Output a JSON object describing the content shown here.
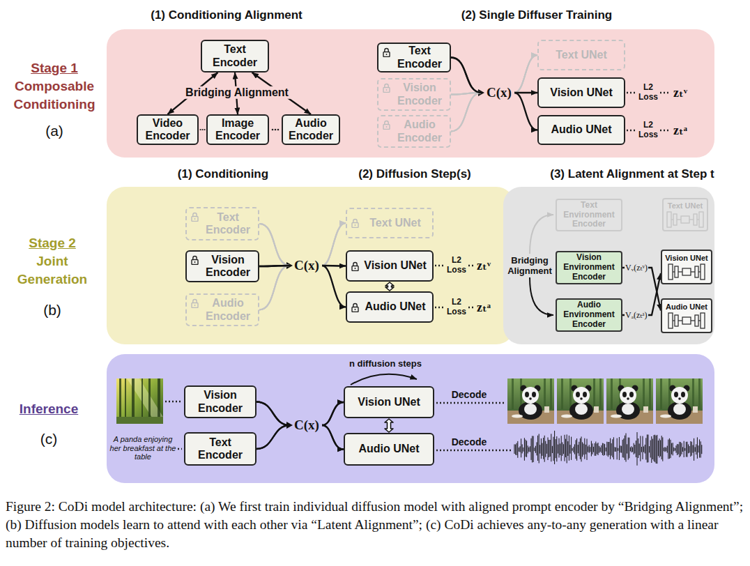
{
  "diagram": {
    "caption": "Figure 2: CoDi model architecture: (a) We first train individual diffusion model with aligned prompt encoder by “Bridging Alignment”; (b) Diffusion models learn to attend with each other via “Latent Alignment”; (c) CoDi achieves any-to-any generation with a linear number of training objectives.",
    "nodes": [
      {
        "text": [
          "Stage 1",
          "Composable Conditioning",
          "(a)"
        ]
      },
      {
        "text": [
          "Text Encoder"
        ],
        "in": 0
      },
      {
        "text": [
          "Video Encoder"
        ],
        "in": 0
      },
      {
        "text": [
          "Image Encoder"
        ],
        "in": 0
      },
      {
        "text": [
          "Audio Encoder"
        ],
        "in": 0
      },
      {
        "text": [
          "Text Encoder"
        ],
        "in": 0
      },
      {
        "text": [
          "Vision Encoder"
        ],
        "in": 0
      },
      {
        "text": [
          "Audio Encoder"
        ],
        "in": 0
      },
      {
        "text": [
          "Text UNet"
        ],
        "in": 0
      },
      {
        "text": [
          "Vision UNet"
        ],
        "in": 0
      },
      {
        "text": [
          "Audio UNet"
        ],
        "in": 0
      },
      {
        "text": [
          "Stage 2",
          "Joint Generation",
          "(b)"
        ]
      },
      {
        "text": [
          "Text Encoder"
        ],
        "in": 11
      },
      {
        "text": [
          "Vision Encoder"
        ],
        "in": 11
      },
      {
        "text": [
          "Audio Encoder"
        ],
        "in": 11
      },
      {
        "text": [
          "Text UNet"
        ],
        "in": 11
      },
      {
        "text": [
          "Vision UNet"
        ],
        "in": 11
      },
      {
        "text": [
          "Audio UNet"
        ],
        "in": 11
      },
      {
        "text": [
          "(3) Latent Alignment at Step t",
          "Bridging Alignment"
        ]
      },
      {
        "text": [
          "Text Environment Encoder"
        ],
        "in": 18
      },
      {
        "text": [
          "Vision Environment Encoder"
        ],
        "in": 18
      },
      {
        "text": [
          "Audio Environment Encoder"
        ],
        "in": 18
      },
      {
        "text": [
          "Text UNet"
        ],
        "in": 18
      },
      {
        "text": [
          "Vision UNet"
        ],
        "in": 18
      },
      {
        "text": [
          "Audio UNet"
        ],
        "in": 18
      },
      {
        "text": [
          "Inference",
          "(c)"
        ]
      },
      {
        "text": [
          "Vision Encoder"
        ],
        "in": 25
      },
      {
        "text": [
          "Text Encoder"
        ],
        "in": 25
      },
      {
        "text": [
          "Vision UNet"
        ],
        "in": 25
      },
      {
        "text": [
          "Audio UNet"
        ],
        "in": 25
      }
    ],
    "edges": [
      {
        "from": 1,
        "to": 2,
        "arrow": "both"
      },
      {
        "from": 1,
        "to": 3,
        "arrow": "both"
      },
      {
        "from": 1,
        "to": 4,
        "arrow": "both"
      },
      {
        "from": 5,
        "to": 8,
        "arrow": "to"
      },
      {
        "from": 5,
        "to": 9,
        "arrow": "to"
      },
      {
        "from": 5,
        "to": 10,
        "arrow": "to"
      },
      {
        "from": 6,
        "to": 8,
        "arrow": "to"
      },
      {
        "from": 6,
        "to": 9,
        "arrow": "to"
      },
      {
        "from": 6,
        "to": 10,
        "arrow": "to"
      },
      {
        "from": 7,
        "to": 8,
        "arrow": "to"
      },
      {
        "from": 7,
        "to": 9,
        "arrow": "to"
      },
      {
        "from": 7,
        "to": 10,
        "arrow": "to"
      },
      {
        "from": 12,
        "to": 15,
        "arrow": "to"
      },
      {
        "from": 12,
        "to": 16,
        "arrow": "to"
      },
      {
        "from": 12,
        "to": 17,
        "arrow": "to"
      },
      {
        "from": 13,
        "to": 15,
        "arrow": "to"
      },
      {
        "from": 13,
        "to": 16,
        "arrow": "to"
      },
      {
        "from": 13,
        "to": 17,
        "arrow": "to"
      },
      {
        "from": 14,
        "to": 15,
        "arrow": "to"
      },
      {
        "from": 14,
        "to": 16,
        "arrow": "to"
      },
      {
        "from": 14,
        "to": 17,
        "arrow": "to"
      },
      {
        "from": 16,
        "to": 17,
        "arrow": "both"
      },
      {
        "from": 20,
        "to": 24,
        "label": "Vᵥ(zₜᵛ)",
        "arrow": "to"
      },
      {
        "from": 21,
        "to": 23,
        "label": "Vₐ(zₜᵃ)",
        "arrow": "to"
      },
      {
        "from": 26,
        "to": 28,
        "arrow": "to"
      },
      {
        "from": 26,
        "to": 29,
        "arrow": "to"
      },
      {
        "from": 27,
        "to": 28,
        "arrow": "to"
      },
      {
        "from": 27,
        "to": 29,
        "arrow": "to"
      },
      {
        "from": 28,
        "to": 29,
        "arrow": "both"
      }
    ],
    "labels": [
      "(1) Conditioning Alignment",
      "(2) Single Diffuser Training",
      "Bridging Alignment",
      "C(x)",
      "L2 Loss",
      "zₜᵛ",
      "L2 Loss",
      "zₜᵃ",
      "(1) Conditioning",
      "(2) Diffusion Step(s)",
      "C(x)",
      "L2 Loss",
      "zₜᵛ",
      "L2 Loss",
      "zₜᵃ",
      "A panda enjoying her breakfast at the table",
      "C(x)",
      "n diffusion steps",
      "Decode",
      "Decode"
    ]
  }
}
